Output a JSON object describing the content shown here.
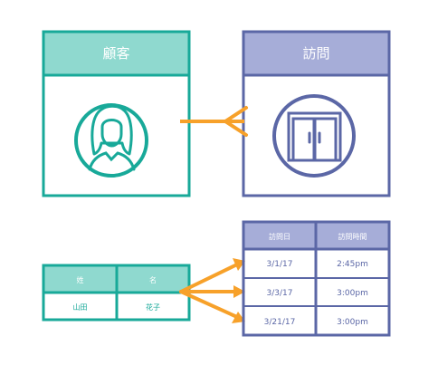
{
  "customer": {
    "title": "顧客",
    "icon": "woman-avatar-icon"
  },
  "visit": {
    "title": "訪問",
    "icon": "double-door-icon"
  },
  "customer_table": {
    "headers": [
      "姓",
      "名"
    ],
    "row": [
      "山田",
      "花子"
    ]
  },
  "visit_table": {
    "headers": [
      "訪問日",
      "訪問時間"
    ],
    "rows": [
      [
        "3/1/17",
        "2:45pm"
      ],
      [
        "3/3/17",
        "3:00pm"
      ],
      [
        "3/21/17",
        "3:00pm"
      ]
    ]
  },
  "colors": {
    "teal": "#18a999",
    "teal_light": "#8fd9cf",
    "indigo": "#5b67a6",
    "indigo_light": "#a6add8",
    "orange": "#f7a12a"
  }
}
